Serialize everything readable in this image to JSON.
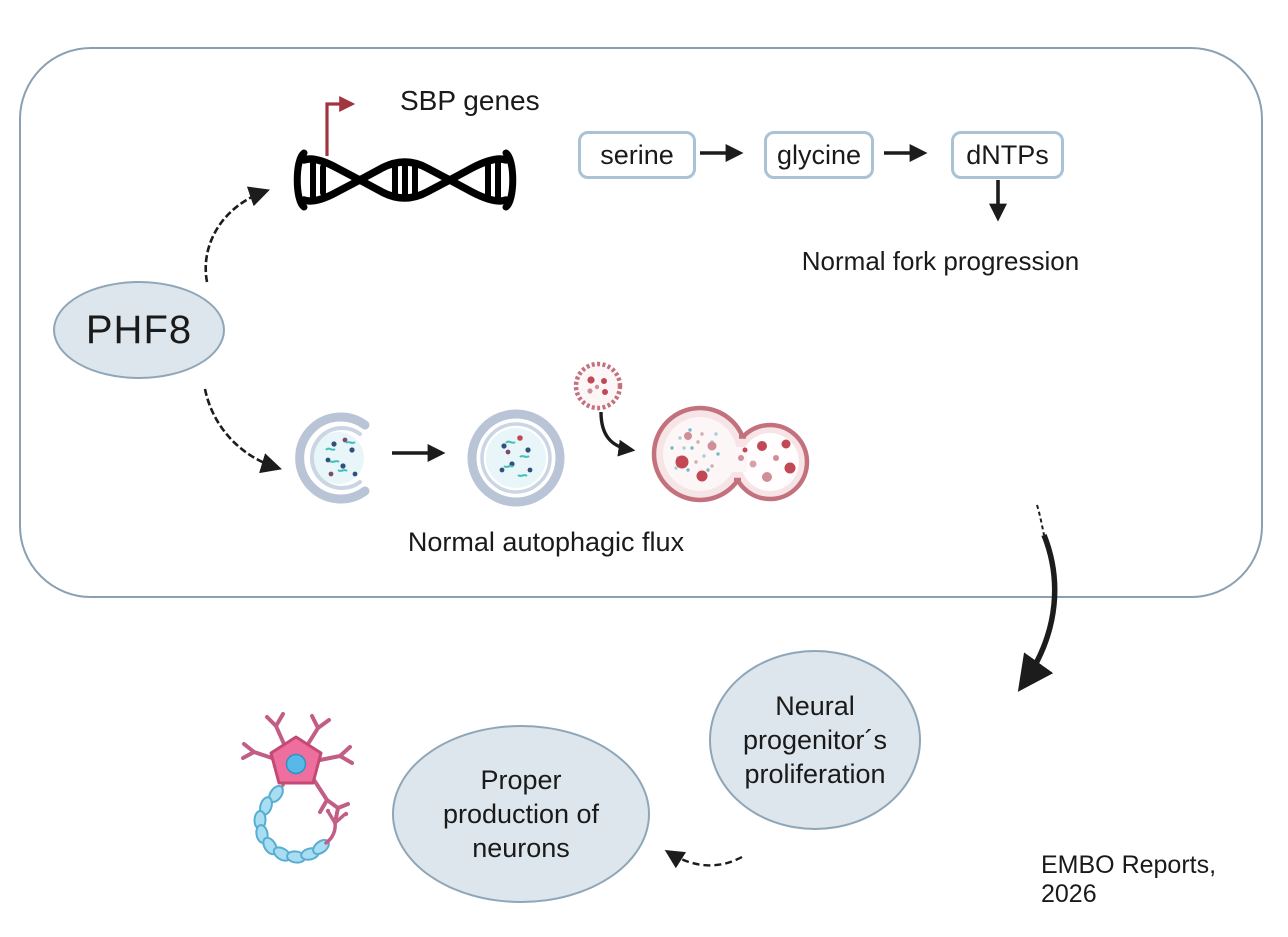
{
  "title": "PHF8 pathway diagram",
  "nodes": {
    "phf8": "PHF8",
    "neural": "Neural\nprogenitor´s\nproliferation",
    "proper": "Proper\nproduction of\nneurons"
  },
  "boxes": {
    "serine": "serine",
    "glycine": "glycine",
    "dntps": "dNTPs"
  },
  "labels": {
    "sbp_genes": "SBP genes",
    "fork": "Normal fork progression",
    "flux": "Normal autophagic flux"
  },
  "credit": "EMBO Reports, 2026",
  "icons": {
    "dna-helix-icon": "black double helix",
    "promoter-arrow-icon": "dark-red bent transcription arrow",
    "phagophore-icon": "open gray-blue crescent membrane with cargo dots",
    "autophagosome-icon": "closed double-membrane vesicle with cargo dots",
    "lysosome-icon": "small rosy vesicle with red cargo",
    "autolysosome-icon": "fused peanut-shaped rosy vesicle",
    "neuron-icon": "pink neuron with blue nucleus and myelinated axon",
    "curved-arrow-icon": "curved black arrows",
    "dashed-arrow-icon": "dashed curved arrow"
  },
  "colors": {
    "text": "#1a1a1a",
    "container_border": "#8aa0b2",
    "node_fill": "#dce6ec",
    "node_border": "#8ea6b8",
    "box_border": "#a9c2d4",
    "arrow_black": "#1c1c1c",
    "red_arrow": "#a03540",
    "membrane": "#b9c4d7",
    "membrane_inner": "#ccd5e3",
    "lumen": "#e9f6f9",
    "lyso_border": "#c4717e",
    "lyso_band": "#f6e4e6",
    "lyso_fill": "#fcf6f7",
    "blob_red": "#c14854",
    "blob_pink": "#cf8f99",
    "dot_navy": "#31517a",
    "dot_teal": "#45c0b8",
    "dot_purple": "#7d4a70",
    "neuron_body": "#ee6f9e",
    "neuron_outline": "#c44a74",
    "dendrite": "#c25d85",
    "nucleus": "#58b9e9",
    "myelin": "#a9def2",
    "myelin_border": "#58aed2"
  }
}
